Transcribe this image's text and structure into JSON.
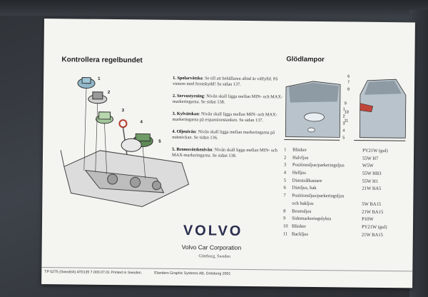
{
  "left_title": "Kontrollera regelbundet",
  "right_title": "Glödlampor",
  "steps": [
    {
      "num": "1.",
      "head": "Spolarvätska",
      "text": ": Se till att behållaren alltid är välfylld. På vintern med frostskydd! Se sidan 137."
    },
    {
      "num": "2.",
      "head": "Servostyrning",
      "text": ": Nivån skall ligga mellan MIN- och MAX-markeringarna. Se sidan 138."
    },
    {
      "num": "3.",
      "head": "Kylvätskan",
      "text": ": Nivån skall ligga mellan MIN- och MAX-markeringarna på expansionstanken. Se sidan 137."
    },
    {
      "num": "4.",
      "head": "Oljenivån",
      "text": ": Nivån skall ligga mellan markeringarna på mätstickan. Se sidan 136."
    },
    {
      "num": "5.",
      "head": "Bromsvätskenivån",
      "text": ": Nivån skall ligga mellan MIN- och MAX-markeringarna. Se sidan 138."
    }
  ],
  "illustration_numbers": [
    "1",
    "2",
    "3",
    "4",
    "5"
  ],
  "car_front_numbers": [
    "1",
    "2",
    "3",
    "4",
    "5"
  ],
  "car_rear_numbers": [
    "6",
    "7",
    "8",
    "9",
    "10",
    "11"
  ],
  "bulbs": [
    {
      "num": "1",
      "name": "Blinker",
      "type": "PY21W (gul)"
    },
    {
      "num": "2",
      "name": "Halvljus",
      "type": "55W H7"
    },
    {
      "num": "3",
      "name": "Positionsljus/parkeringsljus",
      "type": "W5W"
    },
    {
      "num": "4",
      "name": "Helljus",
      "type": "55W HB3"
    },
    {
      "num": "5",
      "name": "Dimstrålkastare",
      "type": "55W H1"
    },
    {
      "num": "6",
      "name": "Dimljus, bak",
      "type": "21W BA5"
    },
    {
      "num": "7",
      "name": "Positionsljus/parkeringsljus",
      "type": ""
    },
    {
      "num": "",
      "name": "och bakljus",
      "type": "5W BA15"
    },
    {
      "num": "8",
      "name": "Bromsljus",
      "type": "21W BA15"
    },
    {
      "num": "9",
      "name": "Sidomarkeringslykta",
      "type": "P10W"
    },
    {
      "num": "10",
      "name": "Blinker",
      "type": "PY21W (gul)"
    },
    {
      "num": "11",
      "name": "Backljus",
      "type": "21W BA15"
    }
  ],
  "brand": {
    "logo": "VOLVO",
    "corporation": "Volvo Car Corporation",
    "city": "Göteborg, Sweden"
  },
  "footer": {
    "left": "TP 5275 (Swedish) AT0135 7.000.07.01 Printed in Sweden.",
    "right": "Elanders Graphic Systems AB, Göteborg 2001"
  },
  "colors": {
    "brand_blue": "#2b2f4e",
    "card": "#f4f4f1",
    "folder": "#34373c"
  }
}
